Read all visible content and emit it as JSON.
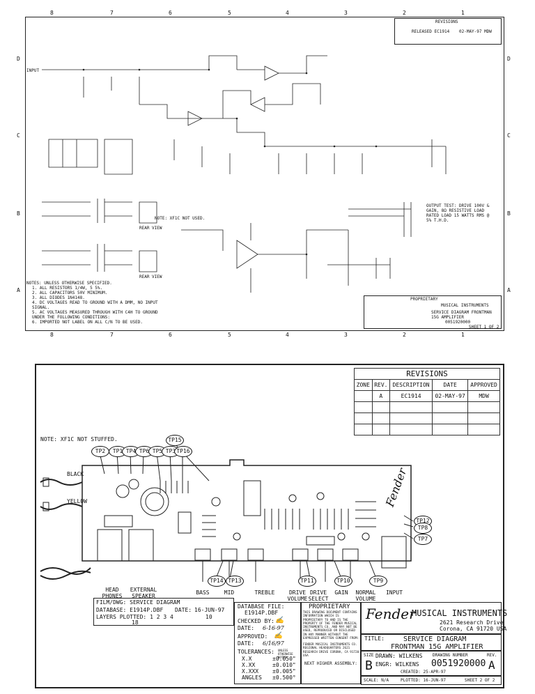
{
  "top_sheet": {
    "col_markers": [
      "8",
      "7",
      "6",
      "5",
      "4",
      "3",
      "2",
      "1"
    ],
    "row_markers": [
      "D",
      "C",
      "B",
      "A"
    ],
    "revisions_title": "REVISIONS",
    "revisions_entry": "RELEASED EC1914",
    "revisions_date": "02-MAY-97",
    "revisions_by": "MDW",
    "input_label": "INPUT",
    "note_xf1c": "NOTE: XF1C NOT USED.",
    "notes_title": "NOTES: UNLESS OTHERWISE SPECIFIED.",
    "notes": [
      "1. ALL RESISTORS 1/4W, 5 5%.",
      "2. ALL CAPACITORS 50V MINIMUM.",
      "3. ALL DIODES 1N4148.",
      "4. DC VOLTAGES READ TO GROUND WITH A DMM, NO INPUT SIGNAL.",
      "5. AC VOLTAGES MEASURED THROUGH WITH C4H TO GROUND UNDER THE FOLLOWING CONDITIONS:",
      "6. IMPORTED NOT LABEL ON ALL C/N TO BE USED."
    ],
    "output_test": "OUTPUT TEST: DRIVE 100V & GAIN, 8Ω RESISTIVE LOAD RATED LOAD 15 WATTS RMS @ 5% T.H.D.",
    "rear_view_1": "REAR VIEW",
    "rear_view_2": "REAR VIEW",
    "proprietary": "PROPRIETARY",
    "company": "MUSICAL INSTRUMENTS",
    "title": "SERVICE DIAGRAM FRONTMAN 15G AMPLIFIER",
    "drawing_number": "0051920000",
    "sheet": "SHEET 1 OF 2"
  },
  "bottom_sheet": {
    "revisions": {
      "title": "REVISIONS",
      "headers": [
        "ZONE",
        "REV.",
        "DESCRIPTION",
        "DATE",
        "APPROVED"
      ],
      "rows": [
        [
          "",
          "A",
          "EC1914",
          "02-MAY-97",
          "MDW"
        ]
      ]
    },
    "note": "NOTE: XF1C NOT STUFFED.",
    "test_points_top": [
      "TP2",
      "TP1",
      "TP4",
      "TP6",
      "TP5",
      "TP3",
      "TP16",
      "TP15"
    ],
    "test_points_right": [
      "TP12",
      "TP8",
      "TP7"
    ],
    "test_points_bottom": [
      "TP14",
      "TP13",
      "TP11",
      "TP10",
      "TP9"
    ],
    "wire_labels": [
      "BLACK",
      "YELLOW"
    ],
    "pcb_logo": "Fender",
    "controls": [
      "HEAD PHONES",
      "EXTERNAL SPEAKER",
      "BASS",
      "MID",
      "TREBLE",
      "DRIVE VOLUME",
      "DRIVE SELECT",
      "GAIN",
      "NORMAL VOLUME",
      "INPUT"
    ],
    "film": {
      "title": "FILM/DWG: SERVICE DIAGRAM",
      "database": "DATABASE: E1914P.DBF",
      "date_label": "DATE:",
      "date": "16-JUN-97",
      "layers": "LAYERS PLOTTED: 1 2 3 4",
      "layers_extra": "18",
      "layers_extra2": "10"
    },
    "database_file": {
      "label": "DATABASE FILE:",
      "value": "E1914P.DBF"
    },
    "checked_by": "CHECKED BY:",
    "checked_date": "DATE:",
    "checked_date_value": "6-16-97",
    "approved_by": "APPROVED:",
    "approved_date": "DATE:",
    "approved_date_value": "6/16/97",
    "tolerances": {
      "label": "TOLERANCES:",
      "note": "UNLESS OTHERWISE NOTED",
      "rows": [
        [
          "X.X",
          "±0.050\""
        ],
        [
          "X.XX",
          "±0.010\""
        ],
        [
          "X.XXX",
          "±0.005\""
        ],
        [
          "ANGLES",
          "±0.500°"
        ]
      ]
    },
    "proprietary": {
      "title": "PROPRIETARY",
      "text": "THIS DRAWING DOCUMENT CONTAINS INFORMATION WHICH IS PROPRIETARY TO AND IS THE PROPERTY OF THE FENDER MUSICAL INSTRUMENTS CO. AND MAY NOT BE USED, REPRODUCED OR DISCLOSED IN ANY MANNER WITHOUT THE EXPRESSED WRITTEN CONSENT FROM:",
      "address": "FENDER MUSICAL INSTRUMENTS CO. REGIONAL HEADQUARTERS 2621 RESEARCH DRIVE CORONA, CA 91720 USA"
    },
    "next_assembly": "NEXT HIGHER ASSEMBLY:",
    "company": {
      "logo": "Fender",
      "name": "MUSICAL INSTRUMENTS",
      "address1": "2621 Research Drive",
      "address2": "Corona, CA 91720 USA"
    },
    "title_label": "TITLE:",
    "title_line1": "SERVICE DIAGRAM",
    "title_line2": "FRONTMAN 15G AMPLIFIER",
    "size_label": "SIZE",
    "size": "B",
    "drawn": "DRAWN: WILKENS",
    "engr": "ENGR: WILKENS",
    "drawing_number_label": "DRAWING NUMBER",
    "drawing_number": "0051920000",
    "rev_label": "REV.",
    "rev": "A",
    "created": "CREATED: 25-APR-97",
    "plotted": "PLOTTED: 16-JUN-97",
    "sheet": "SHEET 2 OF 2",
    "scale": "SCALE: N/A"
  }
}
